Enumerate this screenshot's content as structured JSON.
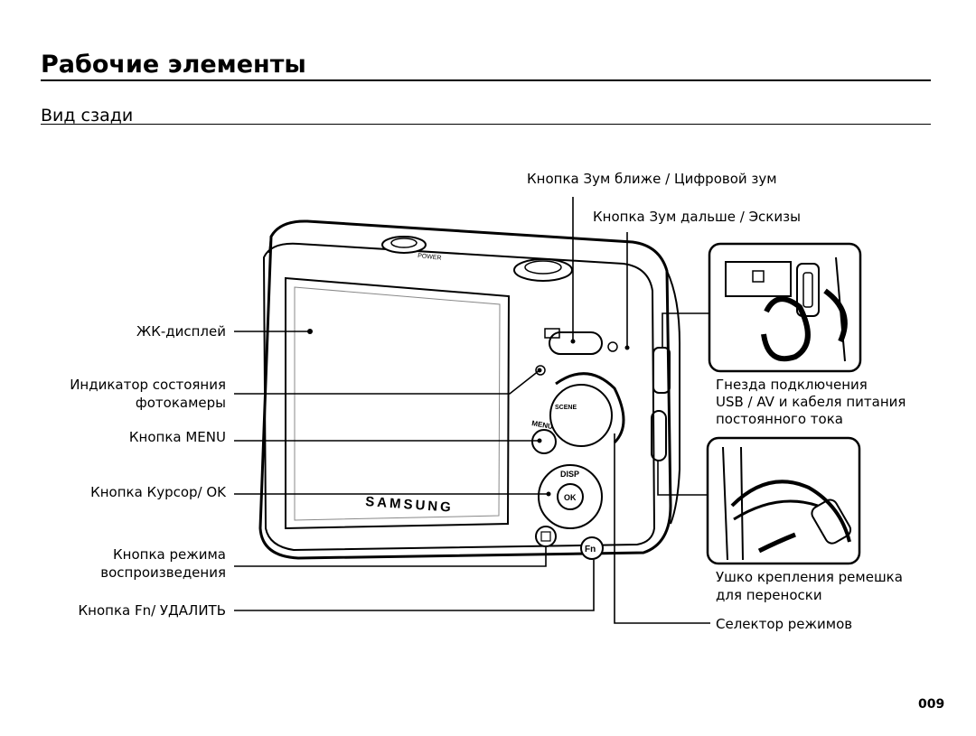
{
  "header": {
    "title": "Рабочие элементы",
    "subtitle": "Вид сзади"
  },
  "labels": {
    "zoom_in": "Кнопка Зум ближе / Цифровой зум",
    "zoom_out": "Кнопка Зум дальше / Эскизы",
    "lcd": "ЖК-дисплей",
    "status_indicator_1": "Индикатор состояния",
    "status_indicator_2": "фотокамеры",
    "menu_button": "Кнопка MENU",
    "cursor_ok": "Кнопка Курсор/ OK",
    "playback_1": "Кнопка режима",
    "playback_2": "воспроизведения",
    "fn_delete": "Кнопка Fn/ УДАЛИТЬ",
    "ports_1": "Гнезда подключения",
    "ports_2": "USB / AV и кабеля питания",
    "ports_3": "постоянного тока",
    "strap_1": "Ушко крепления ремешка",
    "strap_2": "для переноски",
    "mode_dial": "Селектор режимов"
  },
  "camera_markings": {
    "brand": "SAMSUNG",
    "power": "POWER",
    "menu": "MENU",
    "disp": "DISP",
    "ok": "OK",
    "fn": "Fn",
    "scene": "SCENE"
  },
  "footer": {
    "page_number": "009"
  }
}
